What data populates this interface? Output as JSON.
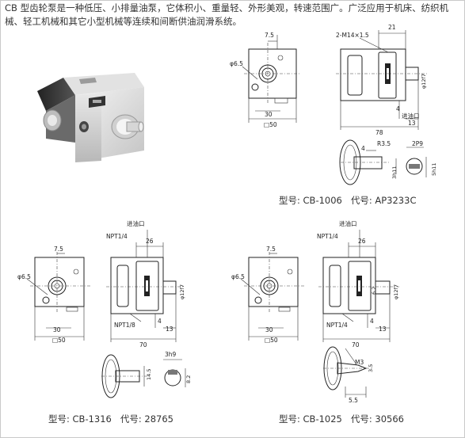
{
  "intro": "CB 型齿轮泵是一种低压、小排量油泵，它体积小、重量轻、外形美观，转速范围广。广泛应用于机床、纺织机械、轻工机械和其它小型机械等连续和间断供油润滑系统。",
  "models": [
    {
      "type_label": "型号: CB-1006",
      "code_label": "代号: AP3233C"
    },
    {
      "type_label": "型号: CB-1316",
      "code_label": "代号: 28765"
    },
    {
      "type_label": "型号: CB-1025",
      "code_label": "代号: 30566"
    }
  ],
  "dims": {
    "d1_7_5": "7.5",
    "d1_65": "φ6.5",
    "d1_30": "30",
    "d1_50": "□50",
    "d1_m14": "2-M14×1.5",
    "d1_21": "21",
    "d1_12": "φ12f7",
    "d1_inlet": "进油口",
    "d1_4": "4",
    "d1_13": "13",
    "d1_78": "78",
    "d1_r3": "R3.5",
    "d1_2p9": "2P9",
    "d1_4b": "4",
    "d1_5": "5h11",
    "d1_2x": "3h11",
    "d2_inlet": "进油口",
    "d2_npt_top": "NPT1/4",
    "d2_26": "26",
    "d2_7_5": "7.5",
    "d2_65": "φ6.5",
    "d2_30": "30",
    "d2_50": "□50",
    "d2_npt_bot": "NPT1/8",
    "d2_4": "4",
    "d2_13": "13",
    "d2_70": "70",
    "d2_12": "φ12f7",
    "d2_3h9": "3h9",
    "d2_8": "8.2",
    "d2_14": "14.5",
    "d3_inlet": "进油口",
    "d3_npt_top": "NPT1/4",
    "d3_26": "26",
    "d3_7_5": "7.5",
    "d3_65": "φ6.5",
    "d3_30": "30",
    "d3_50": "□50",
    "d3_npt_bot": "NPT1/4",
    "d3_4": "4",
    "d3_13": "13",
    "d3_70": "70",
    "d3_12": "φ12f7",
    "d3_6": "6.2",
    "d3_m3": "M3",
    "d3_3": "3.5",
    "d3_5_5": "5.5"
  }
}
